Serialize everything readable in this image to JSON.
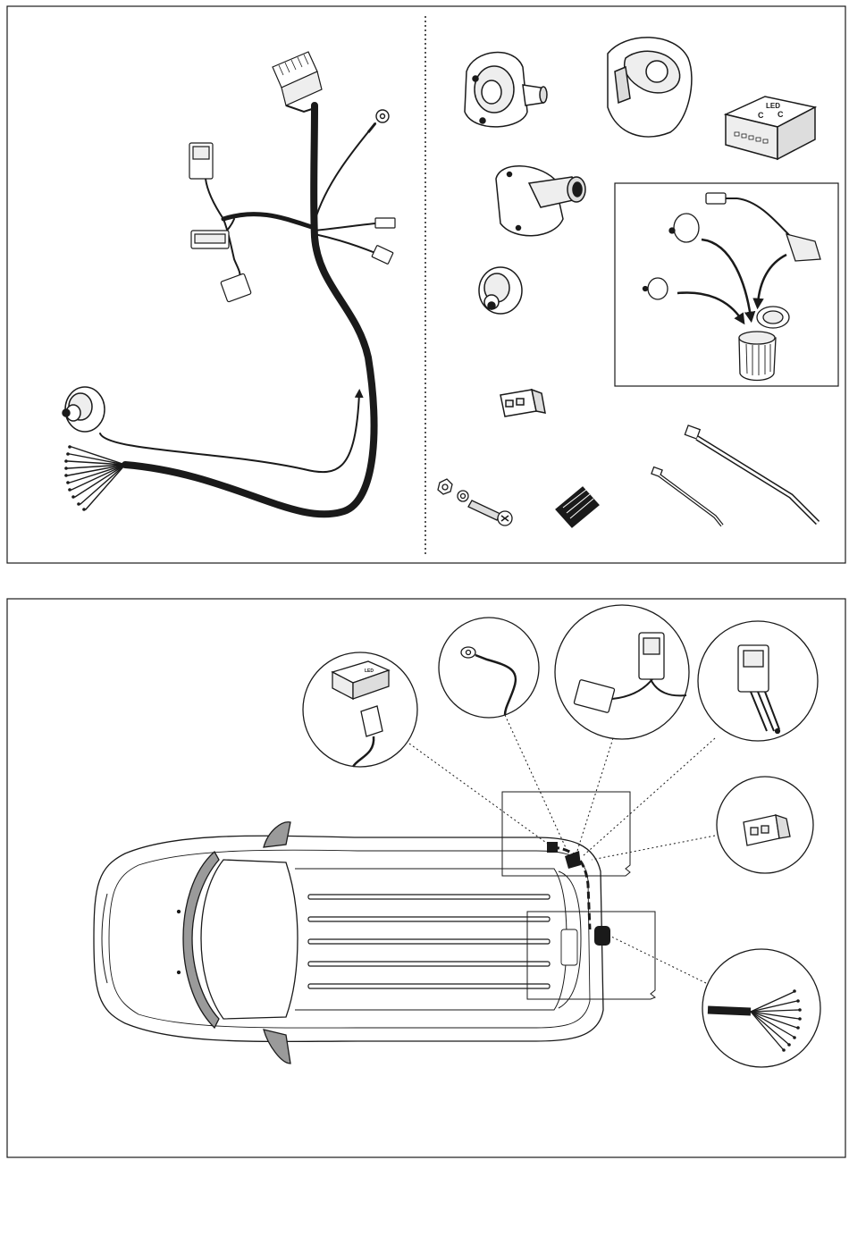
{
  "diagram": {
    "module_badge": {
      "brand": "LED",
      "letters": [
        "C",
        "C"
      ]
    },
    "colors": {
      "ink": "#1a1a1a",
      "paper": "#ffffff",
      "grey_fill": "#d9d9d9",
      "light_grey": "#eeeeee",
      "mid_grey": "#9a9a9a"
    },
    "panels": [
      {
        "name": "parts-contents-panel",
        "sections": [
          "wiring-harness",
          "accessory-parts"
        ]
      },
      {
        "name": "installation-overview-panel",
        "sections": [
          "vehicle-top-view",
          "connection-detail-callouts"
        ]
      }
    ],
    "callouts": [
      "control-module-connection",
      "ground-ring-terminal",
      "tail-lamp-connectors",
      "vehicle-plug-connector",
      "spare-connector-housing",
      "trailer-socket-wire-ends"
    ]
  }
}
